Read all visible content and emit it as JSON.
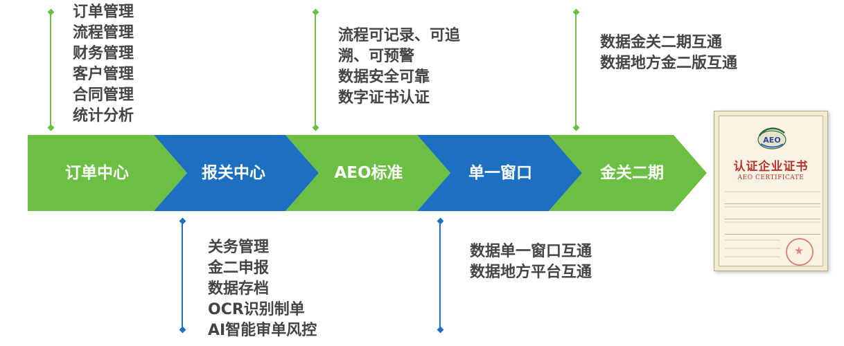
{
  "stages": [
    {
      "label": "订单中心",
      "color": "#6cbf43"
    },
    {
      "label": "报关中心",
      "color": "#1d70c0"
    },
    {
      "label": "AEO标准",
      "color": "#6cbf43"
    },
    {
      "label": "单一窗口",
      "color": "#1d70c0"
    },
    {
      "label": "金关二期",
      "color": "#6cbf43"
    }
  ],
  "annotations": {
    "order_center": [
      "订单管理",
      "流程管理",
      "财务管理",
      "客户管理",
      "合同管理",
      "统计分析"
    ],
    "customs_center": [
      "关务管理",
      "金二申报",
      "数据存档",
      "OCR识别制单",
      "AI智能审单风控"
    ],
    "aeo_standard": [
      "流程可记录、可追",
      "溯、可预警",
      "数据安全可靠",
      "数字证书认证"
    ],
    "single_window": [
      "数据单一窗口互通",
      "数据地方平台互通"
    ],
    "golden_customs": [
      "数据金关二期互通",
      "数据地方金二版互通"
    ]
  },
  "certificate": {
    "title": "认证企业证书",
    "subtitle": "AEO CERTIFICATE",
    "logo_text": "AEO"
  },
  "colors": {
    "green": "#6cbf43",
    "blue": "#1d70c0",
    "text": "#444444",
    "cert_red": "#b8322f"
  }
}
